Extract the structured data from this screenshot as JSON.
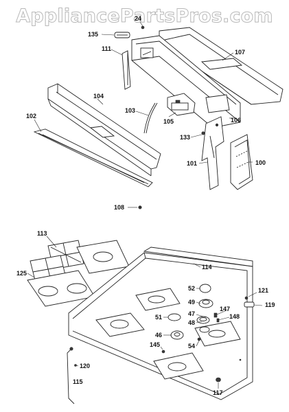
{
  "watermark": "AppliancePartsPros.com",
  "part_labels": {
    "p24": "24",
    "p135": "135",
    "p111": "111",
    "p107": "107",
    "p104": "104",
    "p103": "103",
    "p102": "102",
    "p105": "105",
    "p106": "106",
    "p133": "133",
    "p101": "101",
    "p100": "100",
    "p108": "108",
    "p113": "113",
    "p114": "114",
    "p125": "125",
    "p52": "52",
    "p121": "121",
    "p49": "49",
    "p119": "119",
    "p47": "47",
    "p147": "147",
    "p148": "148",
    "p51": "51",
    "p48": "48",
    "p46": "46",
    "p54": "54",
    "p145": "145",
    "p120": "120",
    "p115": "115",
    "p117": "117"
  }
}
